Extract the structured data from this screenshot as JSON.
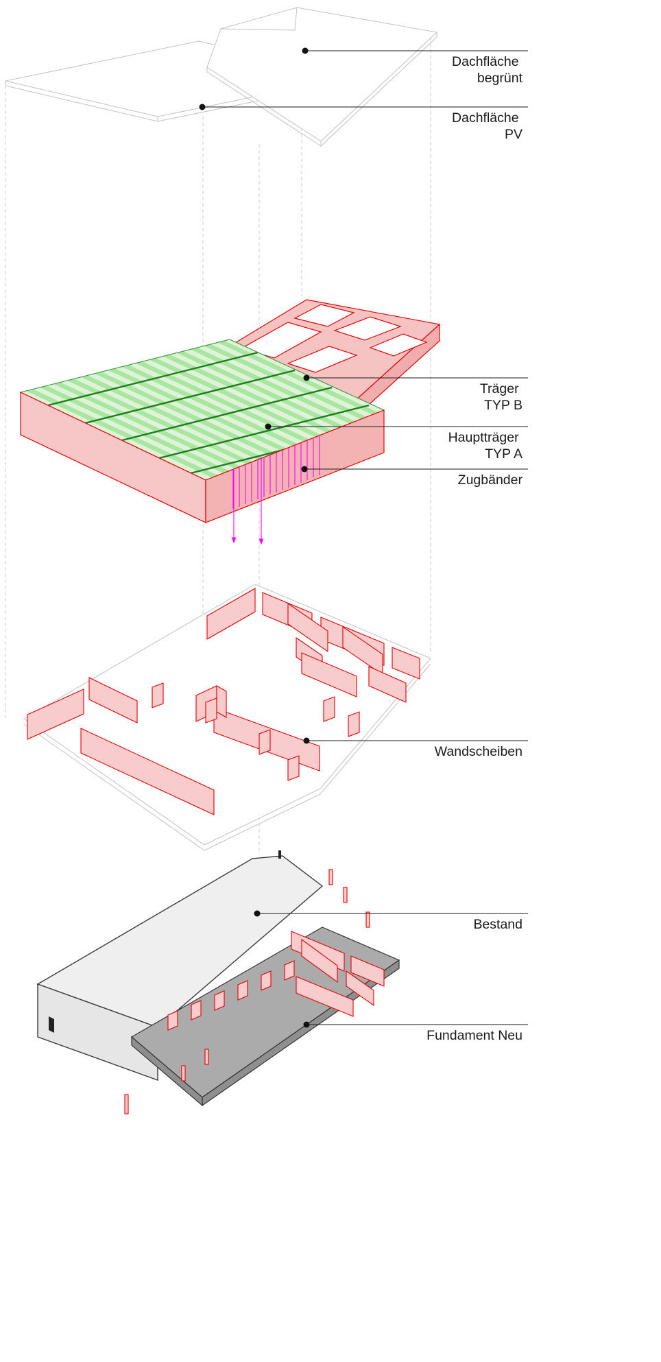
{
  "diagram": {
    "type": "exploded-axonometric-building-diagram",
    "labels": [
      {
        "id": "dachflaeche-begruent",
        "lines": [
          "Dachfläche",
          "begrünt"
        ]
      },
      {
        "id": "dachflaeche-pv",
        "lines": [
          "Dachfläche",
          "PV"
        ]
      },
      {
        "id": "traeger-typ-b",
        "lines": [
          "Träger",
          "TYP B"
        ]
      },
      {
        "id": "haupttraeger-typ-a",
        "lines": [
          "Hauptträger",
          "TYP A"
        ]
      },
      {
        "id": "zugbaender",
        "lines": [
          "Zugbänder"
        ]
      },
      {
        "id": "wandscheiben",
        "lines": [
          "Wandscheiben"
        ]
      },
      {
        "id": "bestand",
        "lines": [
          "Bestand"
        ]
      },
      {
        "id": "fundament-neu",
        "lines": [
          "Fundament Neu"
        ]
      }
    ],
    "layers": [
      {
        "name": "roof",
        "items": [
          "Dachfläche begrünt",
          "Dachfläche PV"
        ]
      },
      {
        "name": "structure",
        "items": [
          "Träger TYP B",
          "Hauptträger TYP A",
          "Zugbänder"
        ]
      },
      {
        "name": "walls",
        "items": [
          "Wandscheiben"
        ]
      },
      {
        "name": "base",
        "items": [
          "Bestand",
          "Fundament Neu"
        ]
      }
    ],
    "colors": {
      "new_construction_stroke": "#e60000",
      "new_construction_fill": "#f8cccc",
      "secondary_beams_green": "#a9e6a1",
      "main_beams_dark_green": "#1f7d1f",
      "tension_ties_magenta": "#ff00ff",
      "existing_gray_fill": "#efefef",
      "foundation_gray_fill": "#ababab",
      "wireframe_light_gray": "#c2c2c2",
      "label_ink": "#1a1a1a"
    }
  }
}
